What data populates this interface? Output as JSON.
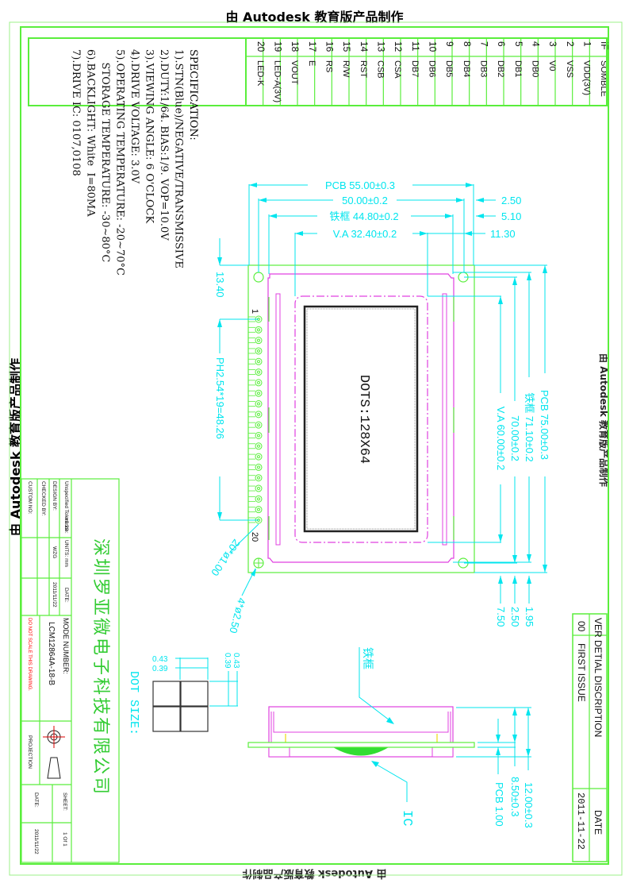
{
  "watermark": {
    "text": "由 Autodesk 教育版产品制作"
  },
  "pin_table": {
    "header_no": "IF",
    "header_symbol": "SOMBLE",
    "pins": [
      {
        "no": "1",
        "symbol": "VDD(3V)"
      },
      {
        "no": "2",
        "symbol": "VSS"
      },
      {
        "no": "3",
        "symbol": "V0"
      },
      {
        "no": "4",
        "symbol": "DB0"
      },
      {
        "no": "5",
        "symbol": "DB1"
      },
      {
        "no": "6",
        "symbol": "DB2"
      },
      {
        "no": "7",
        "symbol": "DB3"
      },
      {
        "no": "8",
        "symbol": "DB4"
      },
      {
        "no": "9",
        "symbol": "DB5"
      },
      {
        "no": "10",
        "symbol": "DB6"
      },
      {
        "no": "11",
        "symbol": "DB7"
      },
      {
        "no": "12",
        "symbol": "CSA"
      },
      {
        "no": "13",
        "symbol": "CSB"
      },
      {
        "no": "14",
        "symbol": "RST"
      },
      {
        "no": "15",
        "symbol": "R/W"
      },
      {
        "no": "16",
        "symbol": "RS"
      },
      {
        "no": "17",
        "symbol": "E"
      },
      {
        "no": "18",
        "symbol": "VOUT"
      },
      {
        "no": "19",
        "symbol": "LED-A(3V)"
      },
      {
        "no": "20",
        "symbol": "LED-K"
      }
    ]
  },
  "specification": {
    "title": "SPECIFICATION:",
    "lines": [
      "1).STN(Blue)/NEGATIVE/TRANSMISSIVE",
      "2).DUTY:1/64. BIAS:1/9. VOP=10.0V",
      "3).VIEWING ANGLE: 6 O'CLOCK",
      "4).DRIVE VOLTAGE: 3.0V",
      "5).OPERATING TEMPERATURE: -20~70°C",
      "    STORAGE TEMPERATURE: -30~80°C",
      "6).BACKLIGHT: White  I=80MA",
      "7).DRIVE IC: 0107,0108"
    ]
  },
  "dimensions": {
    "pcb_width": "PCB 55.00±0.3",
    "hole_pitch_w": "50.00±0.2",
    "bezel_width": "铁框 44.80±0.2",
    "va_width": "V.A 32.40±0.2",
    "offset_1": "2.50",
    "offset_2": "5.10",
    "offset_3": "11.30",
    "pcb_length": "PCB 75.00±0.3",
    "bezel_length": "铁框 71.10±0.2",
    "hole_pitch_l": "70.00±0.2",
    "va_length": "V.A 60.00±0.2",
    "offset_a": "1.95",
    "offset_b": "2.50",
    "offset_c": "7.50",
    "top_offset": "13.40",
    "pin_pitch": "PH2.54*19=48.26",
    "pin_holes": "20*ø1.00",
    "mount_holes": "4*ø2.50",
    "pin_1": "1",
    "pin_20": "20",
    "dots": "DOTS:128X64",
    "thick_total": "12.00±0.3",
    "thick_module": "8.50±0.3",
    "thick_pcb": "PCB 1.00",
    "label_bezel": "铁框",
    "label_ic": "IC",
    "dot_size_title": "DOT SIZE:",
    "dot_pitch": "0.43",
    "dot_width": "0.39"
  },
  "revision": {
    "header_ver": "VER",
    "header_desc": "DETIAL DISCRIPTION",
    "header_date": "DATE",
    "ver": "00",
    "desc": "FIRST ISSUE",
    "date": "2011-11-22"
  },
  "title_block": {
    "company": "深圳罗亚微电子科技有限公司",
    "tolerance_label": "Unspecified Tolerance:",
    "tolerance_value": "±0.20",
    "units_label": "UNITS: mm",
    "date_label": "DATE:",
    "design_label": "DESIGN   BY:",
    "design_value": "WZG",
    "design_date": "2011/11/22",
    "checked_label": "CHECKED   BY:",
    "custom_label": "CUSTOM NO:",
    "model_label": "MODE NUMBER:",
    "model_value": "LCM12864A-18-B",
    "warning": "DO NOT SCALE THIS DRAWING.",
    "projection_label": "PROJECTION",
    "sheet_label": "SHEET:",
    "sheet_value": "1 Of 1",
    "date2_label": "DATE:",
    "date2_value": "2011/11/22"
  },
  "colors": {
    "frame": "#5aee3c",
    "dimension": "#00e5ee",
    "bezel": "#e040e0",
    "company": "#33cc33",
    "warning": "#ff0000"
  }
}
